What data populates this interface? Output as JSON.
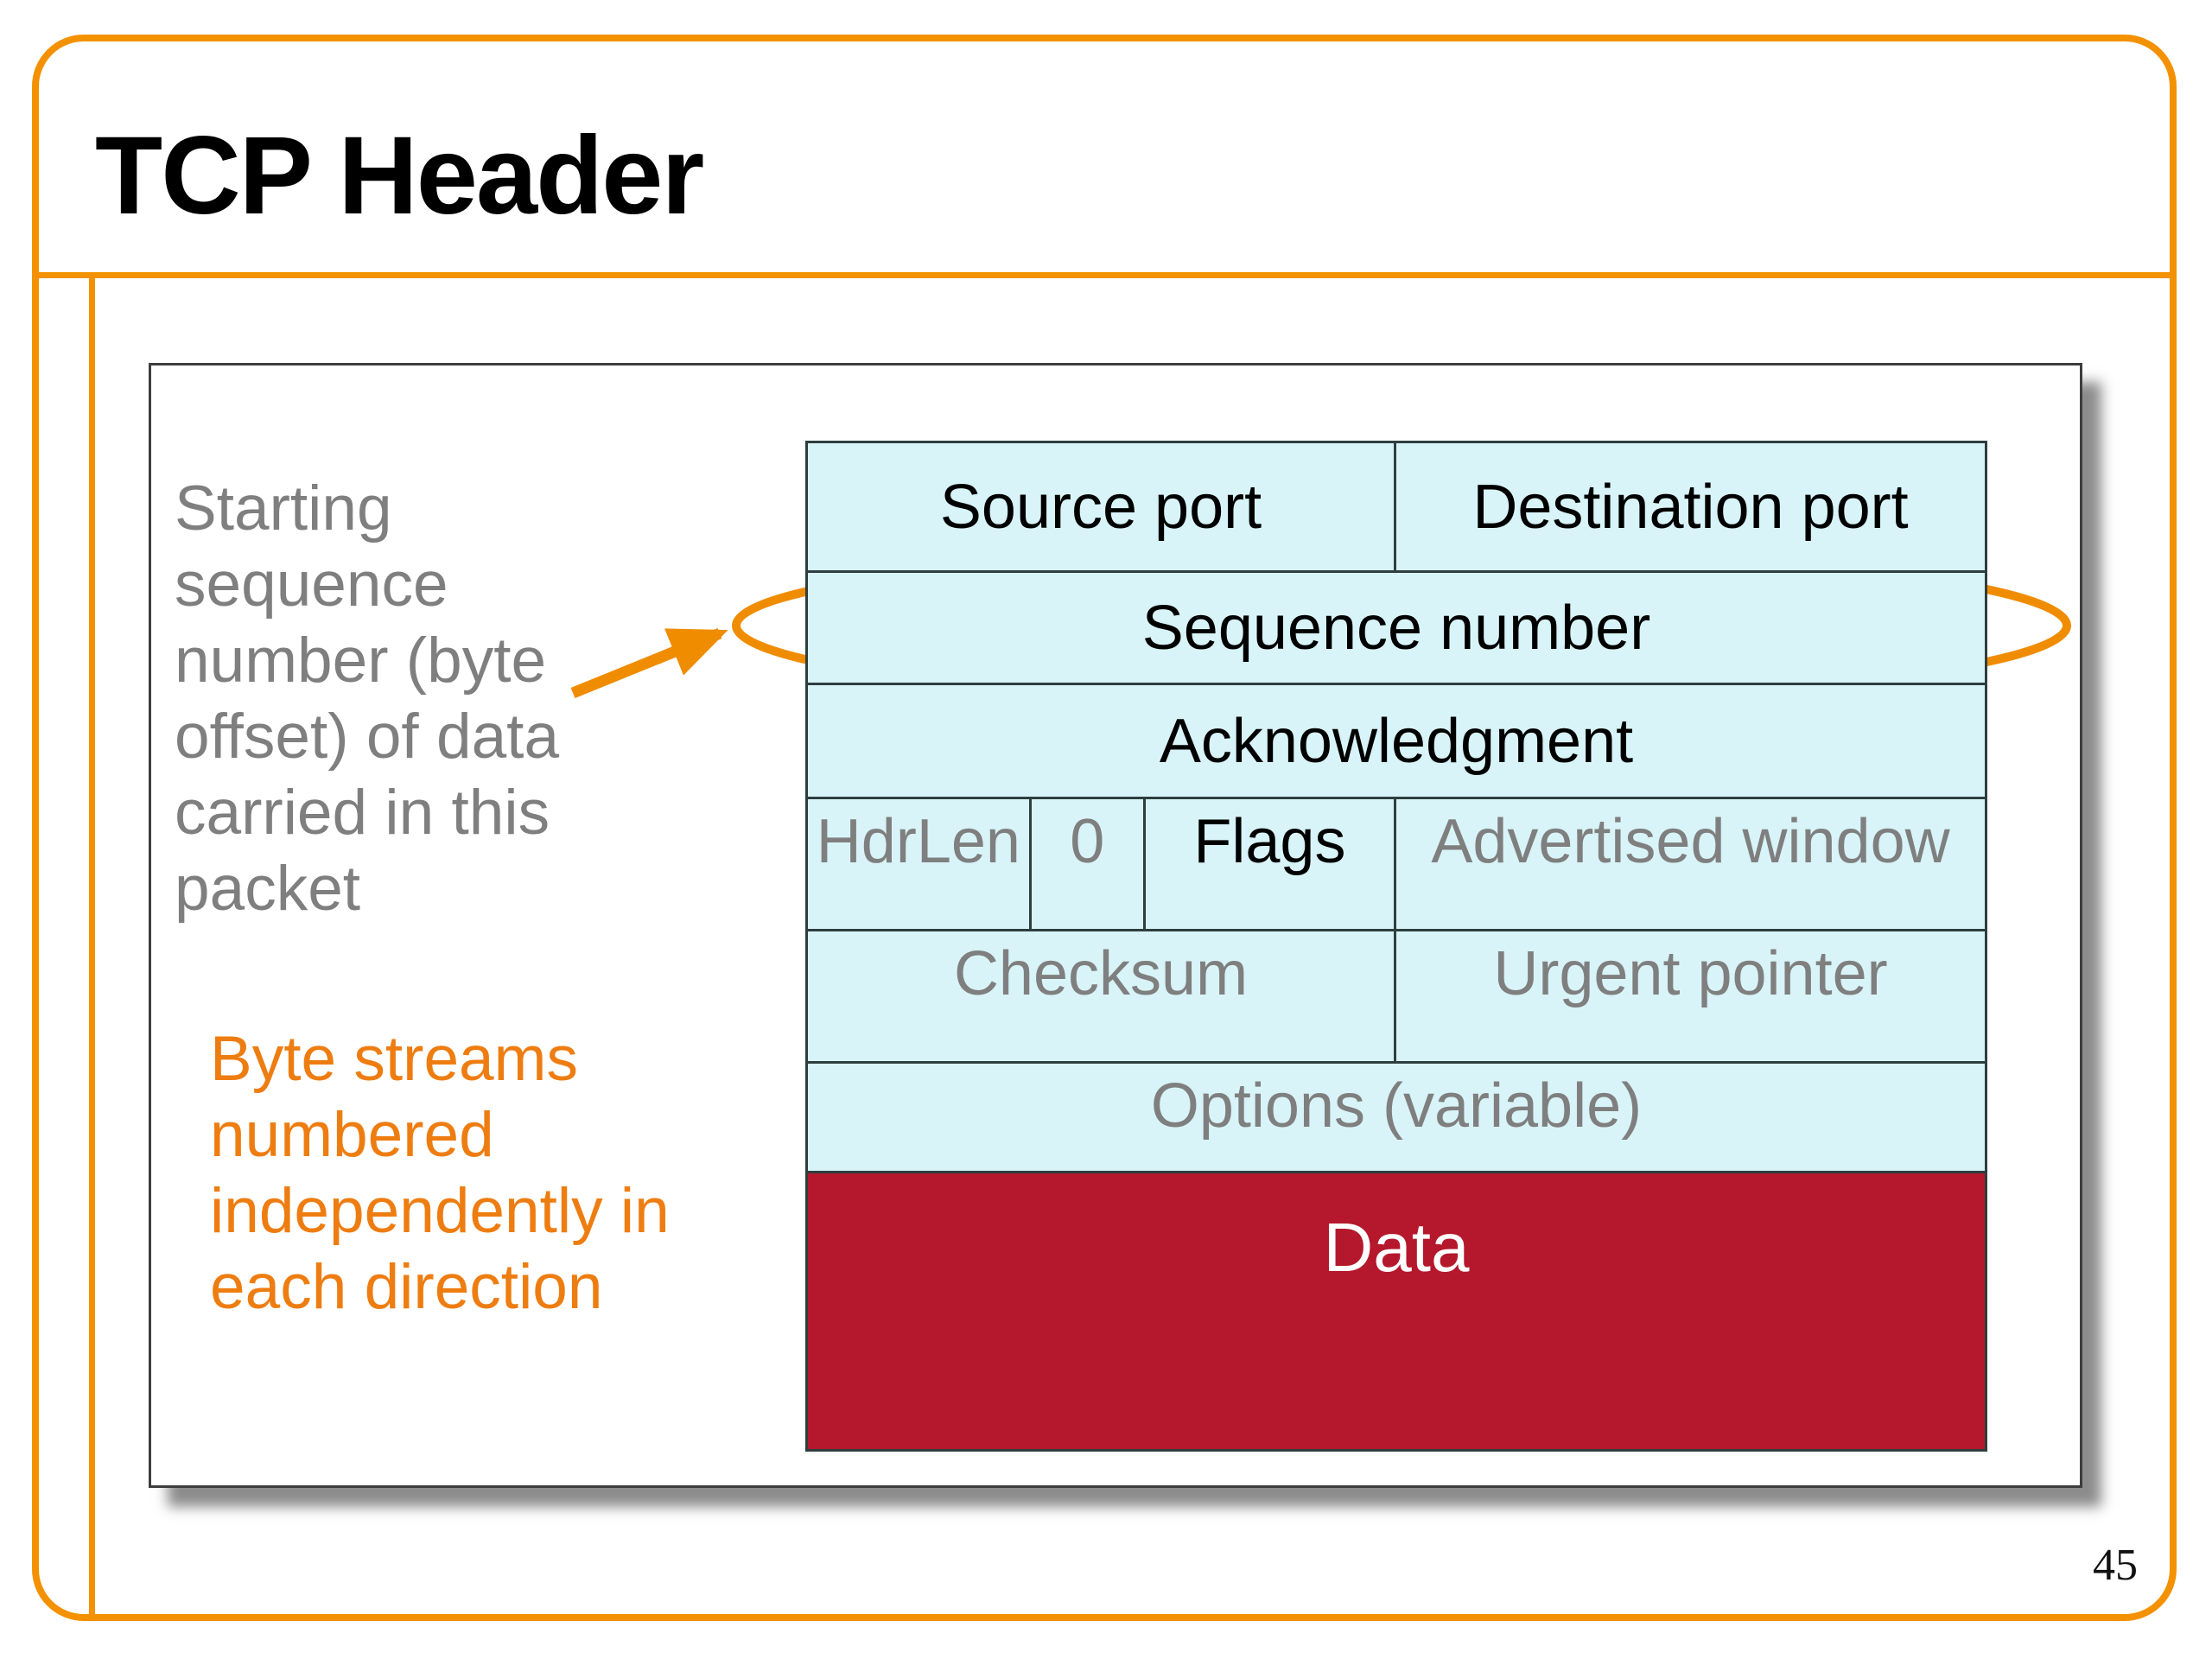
{
  "slide": {
    "title": "TCP Header",
    "page_number": "45"
  },
  "notes": {
    "starting_sequence": "Starting\nsequence\nnumber (byte\noffset) of data\ncarried in this\npacket",
    "byte_streams": "Byte streams\nnumbered\nindependently in\neach direction"
  },
  "tcp": {
    "rows": [
      {
        "cells": [
          {
            "label": "Source port"
          },
          {
            "label": "Destination port"
          }
        ]
      },
      {
        "cells": [
          {
            "label": "Sequence number"
          }
        ]
      },
      {
        "cells": [
          {
            "label": "Acknowledgment"
          }
        ]
      },
      {
        "cells": [
          {
            "label": "HdrLen"
          },
          {
            "label": "0"
          },
          {
            "label": "Flags"
          },
          {
            "label": "Advertised window"
          }
        ]
      },
      {
        "cells": [
          {
            "label": "Checksum"
          },
          {
            "label": "Urgent pointer"
          }
        ]
      },
      {
        "cells": [
          {
            "label": "Options (variable)"
          }
        ]
      },
      {
        "cells": [
          {
            "label": "Data"
          }
        ]
      }
    ]
  },
  "colors": {
    "orange": "#F39100",
    "orange_text": "#EE7D11",
    "arrow_orange": "#F08C00",
    "cell_bg": "#D8F4F8",
    "cell_border": "#2E3E3E",
    "data_red": "#B5182C",
    "gray_text": "#7F7F7F"
  }
}
